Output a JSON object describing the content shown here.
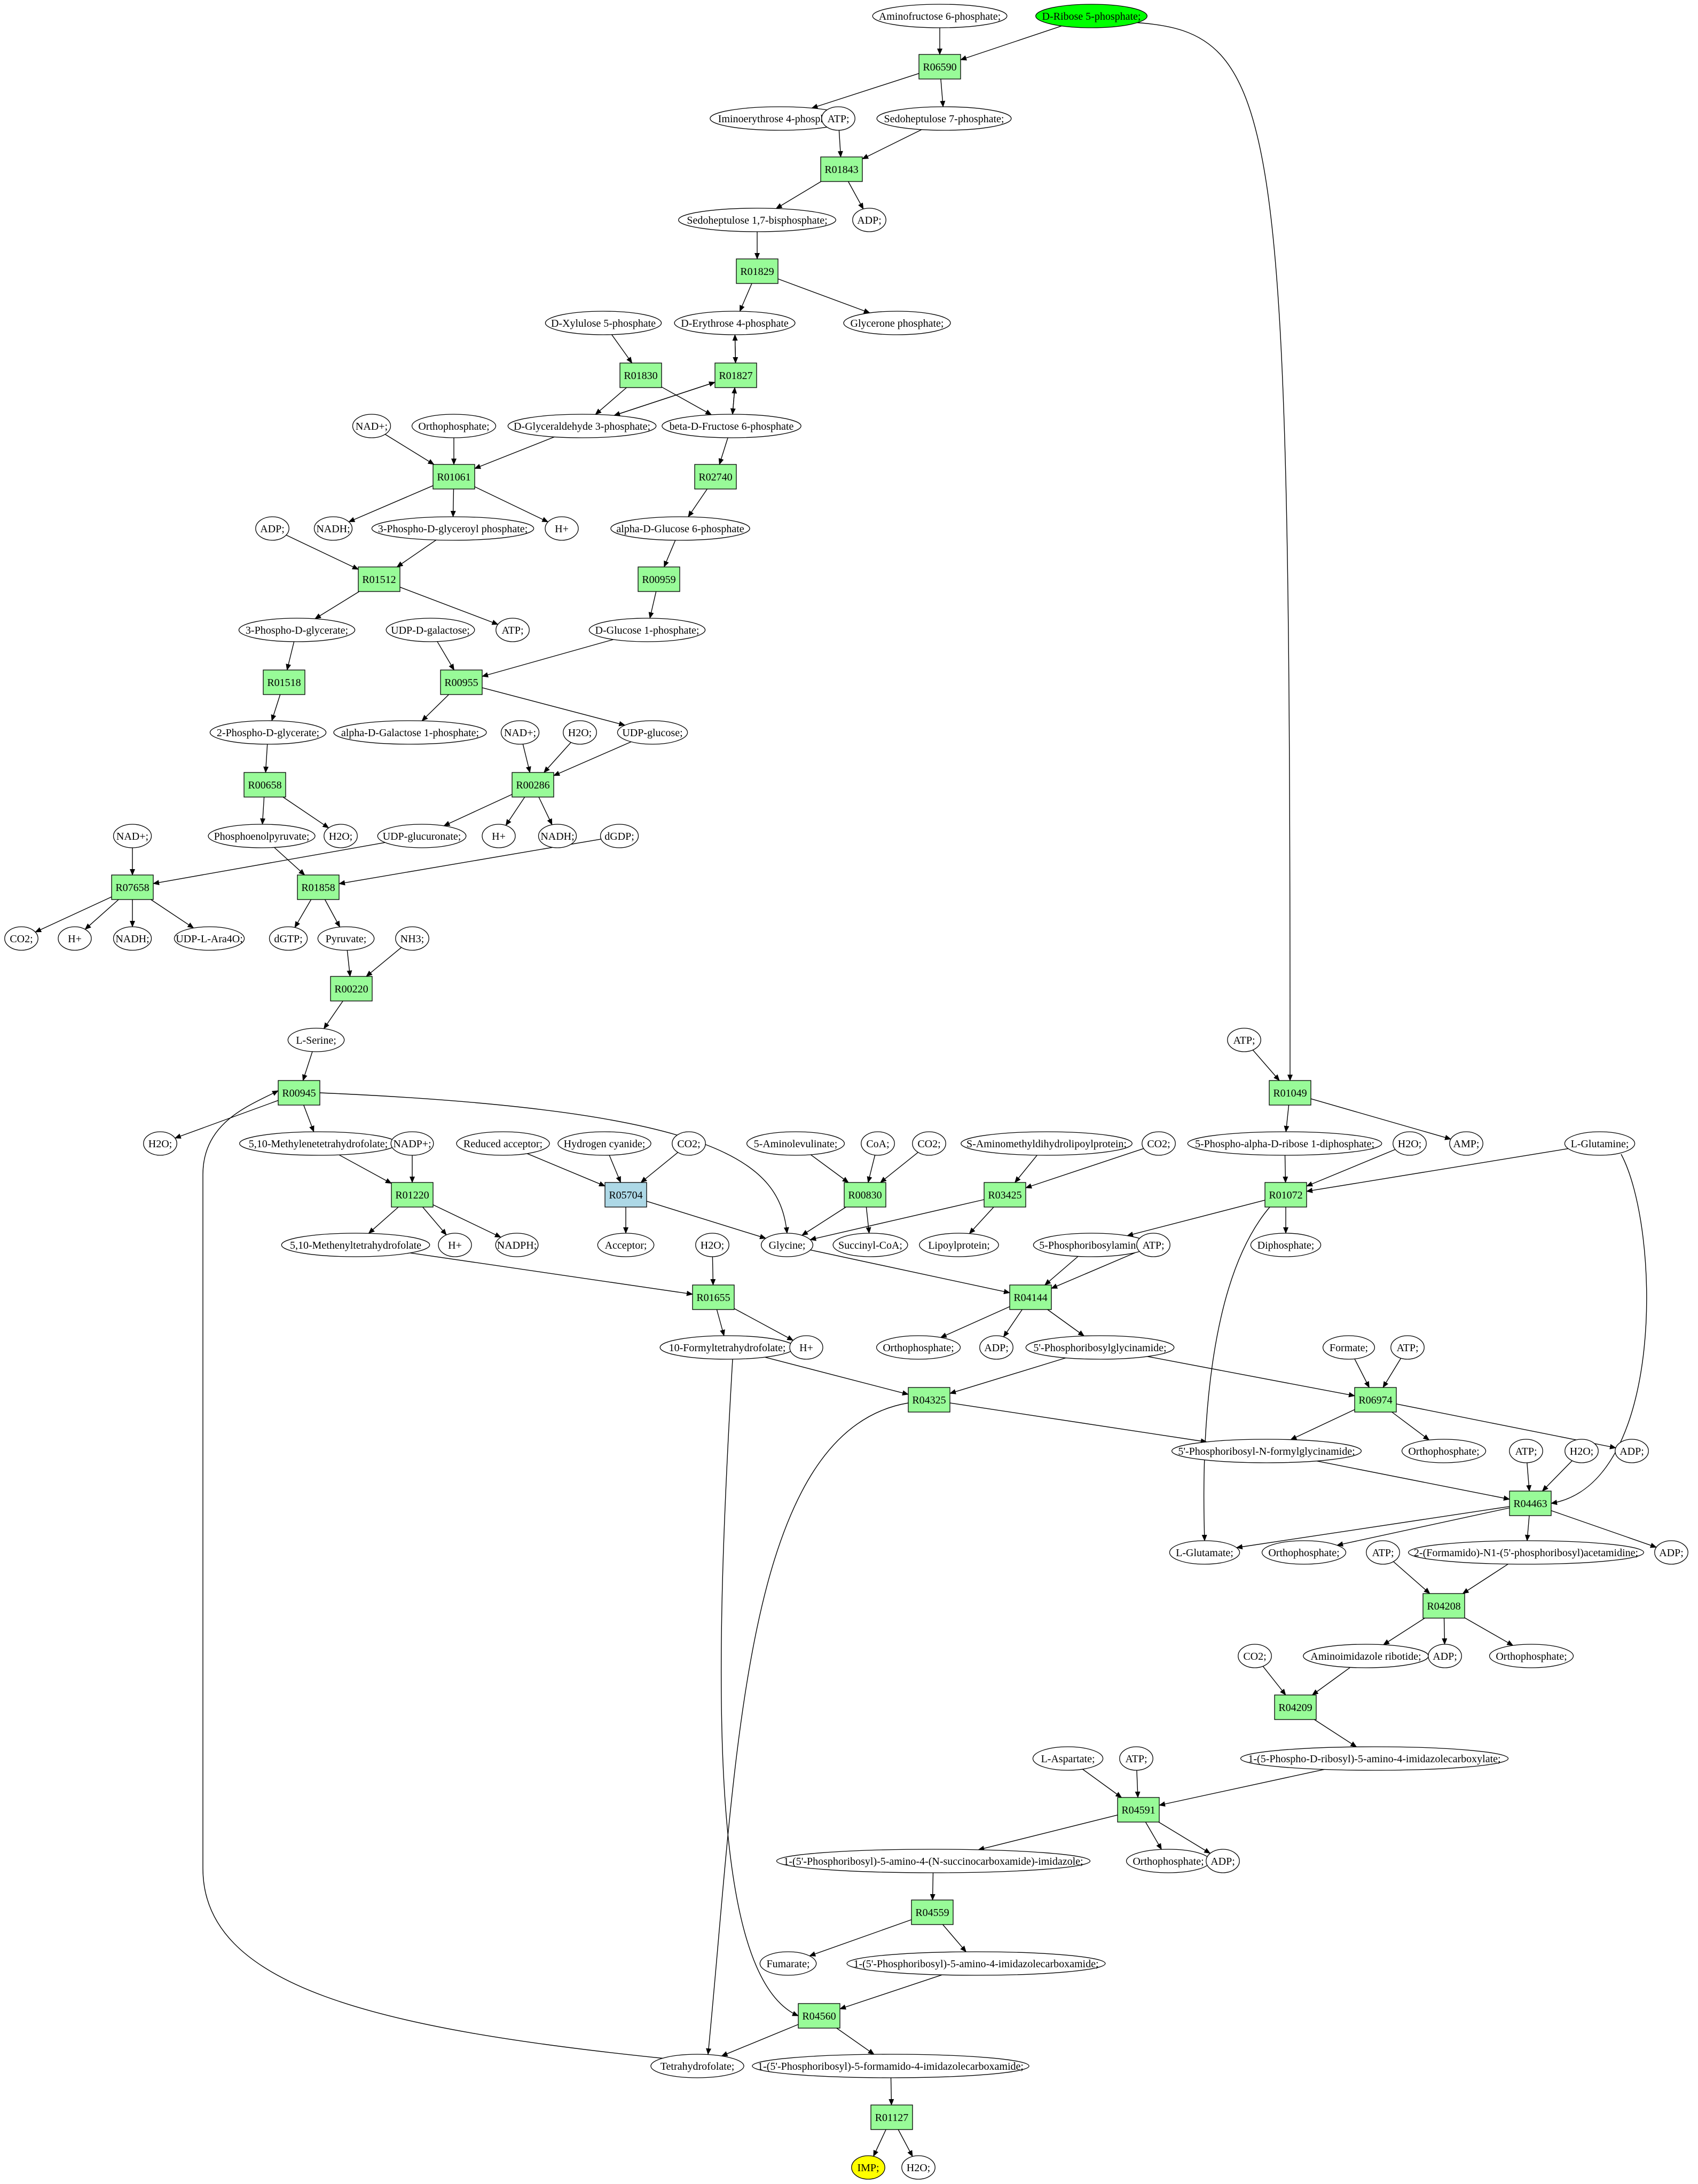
{
  "colors": {
    "reaction": "#98fb98",
    "reaction_alt": "#add8e6",
    "start_metabolite": "#00ff00",
    "target_metabolite": "#ffff00",
    "metabolite": "#ffffff",
    "edge": "#000000"
  },
  "reactions": [
    {
      "id": "R06590",
      "label": "R06590"
    },
    {
      "id": "R01843",
      "label": "R01843"
    },
    {
      "id": "R01829",
      "label": "R01829"
    },
    {
      "id": "R01830",
      "label": "R01830"
    },
    {
      "id": "R01827",
      "label": "R01827"
    },
    {
      "id": "R01061",
      "label": "R01061"
    },
    {
      "id": "R02740",
      "label": "R02740"
    },
    {
      "id": "R01512",
      "label": "R01512"
    },
    {
      "id": "R00959",
      "label": "R00959"
    },
    {
      "id": "R01518",
      "label": "R01518"
    },
    {
      "id": "R00955",
      "label": "R00955"
    },
    {
      "id": "R00658",
      "label": "R00658"
    },
    {
      "id": "R00286",
      "label": "R00286"
    },
    {
      "id": "R07658",
      "label": "R07658"
    },
    {
      "id": "R01858",
      "label": "R01858"
    },
    {
      "id": "R00220",
      "label": "R00220"
    },
    {
      "id": "R00945",
      "label": "R00945"
    },
    {
      "id": "R01220",
      "label": "R01220"
    },
    {
      "id": "R05704",
      "label": "R05704",
      "alt": true
    },
    {
      "id": "R00830",
      "label": "R00830"
    },
    {
      "id": "R03425",
      "label": "R03425"
    },
    {
      "id": "R01049",
      "label": "R01049"
    },
    {
      "id": "R01072",
      "label": "R01072"
    },
    {
      "id": "R01655",
      "label": "R01655"
    },
    {
      "id": "R04144",
      "label": "R04144"
    },
    {
      "id": "R04325",
      "label": "R04325"
    },
    {
      "id": "R06974",
      "label": "R06974"
    },
    {
      "id": "R04463",
      "label": "R04463"
    },
    {
      "id": "R04208",
      "label": "R04208"
    },
    {
      "id": "R04209",
      "label": "R04209"
    },
    {
      "id": "R04591",
      "label": "R04591"
    },
    {
      "id": "R04559",
      "label": "R04559"
    },
    {
      "id": "R04560",
      "label": "R04560"
    },
    {
      "id": "R01127",
      "label": "R01127"
    }
  ],
  "metabolites": [
    {
      "id": "m_aminofructose6p",
      "label": "Aminofructose 6-phosphate;"
    },
    {
      "id": "m_ribose5p",
      "label": "D-Ribose 5-phosphate;",
      "role": "start"
    },
    {
      "id": "m_iminoerythrose4p",
      "label": "Iminoerythrose 4-phosphate;"
    },
    {
      "id": "m_sedoheptulose7p",
      "label": "Sedoheptulose 7-phosphate;"
    },
    {
      "id": "m_atp_1",
      "label": "ATP;"
    },
    {
      "id": "m_adp_1",
      "label": "ADP;"
    },
    {
      "id": "m_sedoheptulose17bp",
      "label": "Sedoheptulose 1,7-bisphosphate;"
    },
    {
      "id": "m_xylulose5p",
      "label": "D-Xylulose 5-phosphate"
    },
    {
      "id": "m_erythrose4p",
      "label": "D-Erythrose 4-phosphate"
    },
    {
      "id": "m_glyceronep",
      "label": "Glycerone phosphate;"
    },
    {
      "id": "m_nad_1",
      "label": "NAD+;"
    },
    {
      "id": "m_orthophosphate_1",
      "label": "Orthophosphate;"
    },
    {
      "id": "m_gap",
      "label": "D-Glyceraldehyde 3-phosphate;"
    },
    {
      "id": "m_fructose6p",
      "label": "beta-D-Fructose 6-phosphate"
    },
    {
      "id": "m_adp_2",
      "label": "ADP;"
    },
    {
      "id": "m_nadh_1",
      "label": "NADH;"
    },
    {
      "id": "m_3pgp",
      "label": "3-Phospho-D-glyceroyl phosphate;"
    },
    {
      "id": "m_h_1",
      "label": "H+"
    },
    {
      "id": "m_glucose6p",
      "label": "alpha-D-Glucose 6-phosphate"
    },
    {
      "id": "m_3pg",
      "label": "3-Phospho-D-glycerate;"
    },
    {
      "id": "m_atp_2",
      "label": "ATP;"
    },
    {
      "id": "m_udpgal",
      "label": "UDP-D-galactose;"
    },
    {
      "id": "m_glucose1p",
      "label": "D-Glucose 1-phosphate;"
    },
    {
      "id": "m_2pg",
      "label": "2-Phospho-D-glycerate;"
    },
    {
      "id": "m_galactose1p",
      "label": "alpha-D-Galactose 1-phosphate;"
    },
    {
      "id": "m_nad_2",
      "label": "NAD+;"
    },
    {
      "id": "m_h2o_1",
      "label": "H2O;"
    },
    {
      "id": "m_udpglc",
      "label": "UDP-glucose;"
    },
    {
      "id": "m_nad_3",
      "label": "NAD+;"
    },
    {
      "id": "m_pep",
      "label": "Phosphoenolpyruvate;"
    },
    {
      "id": "m_h2o_2",
      "label": "H2O;"
    },
    {
      "id": "m_udpglcA",
      "label": "UDP-glucuronate;"
    },
    {
      "id": "m_h_2",
      "label": "H+"
    },
    {
      "id": "m_nadh_2",
      "label": "NADH;"
    },
    {
      "id": "m_dgdp",
      "label": "dGDP;"
    },
    {
      "id": "m_co2_1",
      "label": "CO2;"
    },
    {
      "id": "m_h_3",
      "label": "H+"
    },
    {
      "id": "m_nadh_3",
      "label": "NADH;"
    },
    {
      "id": "m_udpara",
      "label": "UDP-L-Ara4O;"
    },
    {
      "id": "m_dgtp",
      "label": "dGTP;"
    },
    {
      "id": "m_pyruvate",
      "label": "Pyruvate;"
    },
    {
      "id": "m_nh3",
      "label": "NH3;"
    },
    {
      "id": "m_serine",
      "label": "L-Serine;"
    },
    {
      "id": "m_atp_3",
      "label": "ATP;"
    },
    {
      "id": "m_prpp",
      "label": "5-Phospho-alpha-D-ribose 1-diphosphate;"
    },
    {
      "id": "m_amp",
      "label": "AMP;"
    },
    {
      "id": "m_h2o_3",
      "label": "H2O;"
    },
    {
      "id": "m_mthf",
      "label": "5,10-Methylenetetrahydrofolate;"
    },
    {
      "id": "m_nadp",
      "label": "NADP+;"
    },
    {
      "id": "m_redacceptor",
      "label": "Reduced acceptor;"
    },
    {
      "id": "m_hcn",
      "label": "Hydrogen cyanide;"
    },
    {
      "id": "m_co2_2",
      "label": "CO2;"
    },
    {
      "id": "m_ala",
      "label": "5-Aminolevulinate;"
    },
    {
      "id": "m_coa",
      "label": "CoA;"
    },
    {
      "id": "m_co2_3",
      "label": "CO2;"
    },
    {
      "id": "m_aminomethyllipoyl",
      "label": "S-Aminomethyldihydrolipoylprotein;"
    },
    {
      "id": "m_co2_4",
      "label": "CO2;"
    },
    {
      "id": "m_h2o_4",
      "label": "H2O;"
    },
    {
      "id": "m_glutamine",
      "label": "L-Glutamine;"
    },
    {
      "id": "m_methenylthf",
      "label": "5,10-Methenyltetrahydrofolate"
    },
    {
      "id": "m_h_4",
      "label": "H+"
    },
    {
      "id": "m_nadph",
      "label": "NADPH;"
    },
    {
      "id": "m_acceptor",
      "label": "Acceptor;"
    },
    {
      "id": "m_h2o_5",
      "label": "H2O;"
    },
    {
      "id": "m_glycine",
      "label": "Glycine;"
    },
    {
      "id": "m_succinylcoa",
      "label": "Succinyl-CoA;"
    },
    {
      "id": "m_lipoylprotein",
      "label": "Lipoylprotein;"
    },
    {
      "id": "m_pra",
      "label": "5-Phosphoribosylamine;"
    },
    {
      "id": "m_atp_4",
      "label": "ATP;"
    },
    {
      "id": "m_diphosphate",
      "label": "Diphosphate;"
    },
    {
      "id": "m_formylthf",
      "label": "10-Formyltetrahydrofolate;"
    },
    {
      "id": "m_h_5",
      "label": "H+"
    },
    {
      "id": "m_orthophosphate_2",
      "label": "Orthophosphate;"
    },
    {
      "id": "m_adp_3",
      "label": "ADP;"
    },
    {
      "id": "m_gar",
      "label": "5'-Phosphoribosylglycinamide;"
    },
    {
      "id": "m_formate",
      "label": "Formate;"
    },
    {
      "id": "m_atp_5",
      "label": "ATP;"
    },
    {
      "id": "m_fgar",
      "label": "5'-Phosphoribosyl-N-formylglycinamide;"
    },
    {
      "id": "m_orthophosphate_3",
      "label": "Orthophosphate;"
    },
    {
      "id": "m_adp_4",
      "label": "ADP;"
    },
    {
      "id": "m_atp_6",
      "label": "ATP;"
    },
    {
      "id": "m_h2o_6",
      "label": "H2O;"
    },
    {
      "id": "m_glutamate",
      "label": "L-Glutamate;"
    },
    {
      "id": "m_orthophosphate_4",
      "label": "Orthophosphate;"
    },
    {
      "id": "m_fgam",
      "label": "2-(Formamido)-N1-(5'-phosphoribosyl)acetamidine;"
    },
    {
      "id": "m_adp_5",
      "label": "ADP;"
    },
    {
      "id": "m_atp_7",
      "label": "ATP;"
    },
    {
      "id": "m_co2_5",
      "label": "CO2;"
    },
    {
      "id": "m_air",
      "label": "Aminoimidazole ribotide;"
    },
    {
      "id": "m_adp_6",
      "label": "ADP;"
    },
    {
      "id": "m_orthophosphate_5",
      "label": "Orthophosphate;"
    },
    {
      "id": "m_cair",
      "label": "1-(5-Phospho-D-ribosyl)-5-amino-4-imidazolecarboxylate;"
    },
    {
      "id": "m_aspartate",
      "label": "L-Aspartate;"
    },
    {
      "id": "m_atp_8",
      "label": "ATP;"
    },
    {
      "id": "m_saicar",
      "label": "1-(5'-Phosphoribosyl)-5-amino-4-(N-succinocarboxamide)-imidazole;"
    },
    {
      "id": "m_orthophosphate_6",
      "label": "Orthophosphate;"
    },
    {
      "id": "m_adp_7",
      "label": "ADP;"
    },
    {
      "id": "m_fumarate",
      "label": "Fumarate;"
    },
    {
      "id": "m_aicar",
      "label": "1-(5'-Phosphoribosyl)-5-amino-4-imidazolecarboxamide;"
    },
    {
      "id": "m_thf",
      "label": "Tetrahydrofolate;"
    },
    {
      "id": "m_faicar",
      "label": "1-(5'-Phosphoribosyl)-5-formamido-4-imidazolecarboxamide;"
    },
    {
      "id": "m_imp",
      "label": "IMP;",
      "role": "target"
    },
    {
      "id": "m_h2o_7",
      "label": "H2O;"
    }
  ]
}
